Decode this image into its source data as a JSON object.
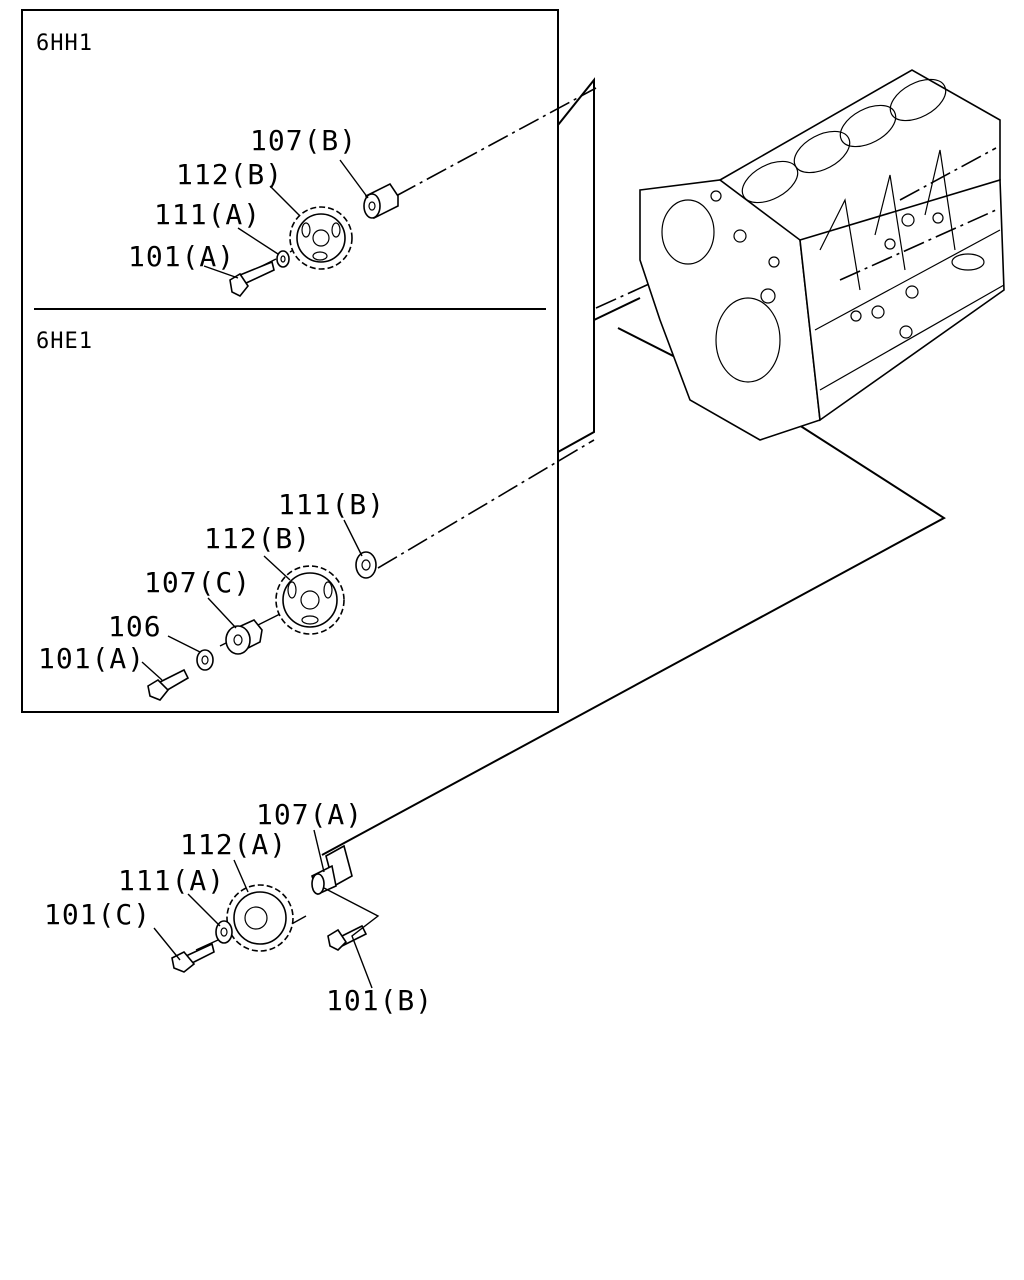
{
  "diagram": {
    "variants": [
      {
        "id": "6hh1",
        "label": "6HH1"
      },
      {
        "id": "6he1",
        "label": "6HE1"
      }
    ],
    "callouts": {
      "hh_107b": "107(B)",
      "hh_112b": "112(B)",
      "hh_111a": "111(A)",
      "hh_101a": "101(A)",
      "he_111b": "111(B)",
      "he_112b": "112(B)",
      "he_107c": "107(C)",
      "he_106": "106",
      "he_101a": "101(A)",
      "m_107a": "107(A)",
      "m_112a": "112(A)",
      "m_111a": "111(A)",
      "m_101c": "101(C)",
      "m_101b": "101(B)"
    }
  }
}
